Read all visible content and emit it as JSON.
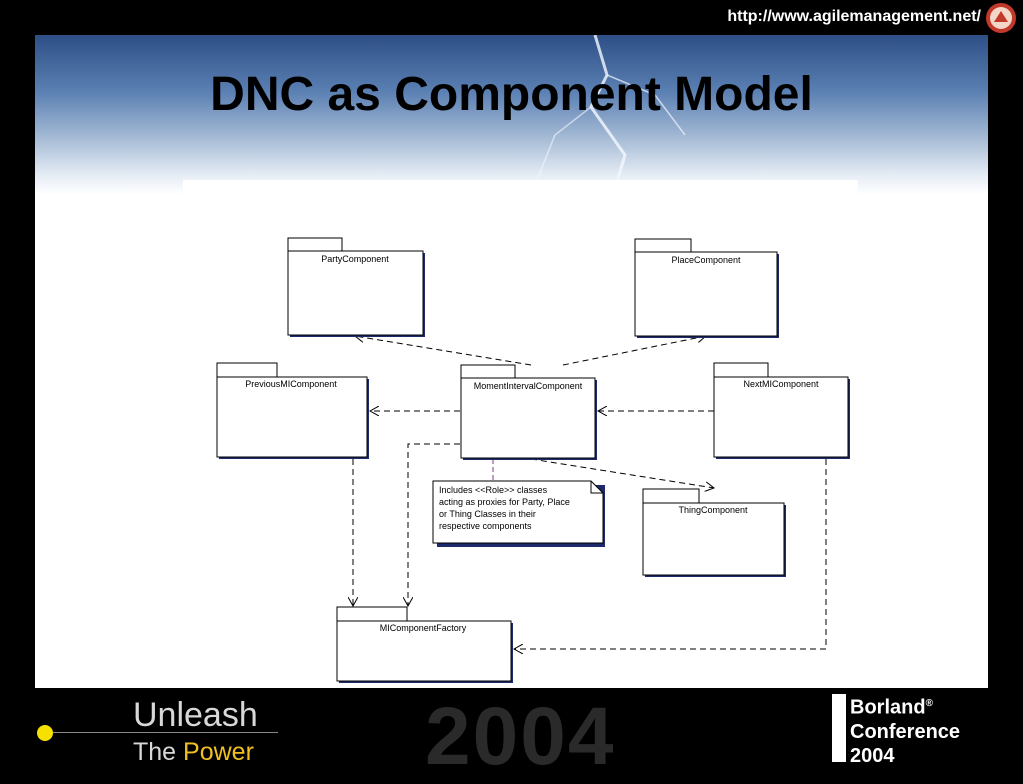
{
  "header": {
    "url": "http://www.agilemanagement.net/"
  },
  "slide": {
    "title": "DNC as Component Model"
  },
  "diagram": {
    "packages": {
      "party": "PartyComponent",
      "place": "PlaceComponent",
      "previous": "PreviousMIComponent",
      "moment": "MomentIntervalComponent",
      "next": "NextMIComponent",
      "thing": "ThingComponent",
      "factory": "MIComponentFactory"
    },
    "note": {
      "line1": "Includes <<Role>> classes",
      "line2": "acting as proxies for Party, Place",
      "line3": "or Thing Classes in their",
      "line4": "respective components"
    }
  },
  "footer": {
    "unleash": "Unleash",
    "the": "The ",
    "power": "Power",
    "year": "2004",
    "borland_line1": "Borland",
    "borland_mark": "®",
    "borland_line2": "Conference",
    "borland_line3": "2004",
    "colors": {
      "dot": "#f5e000",
      "power": "#f0c020"
    }
  }
}
